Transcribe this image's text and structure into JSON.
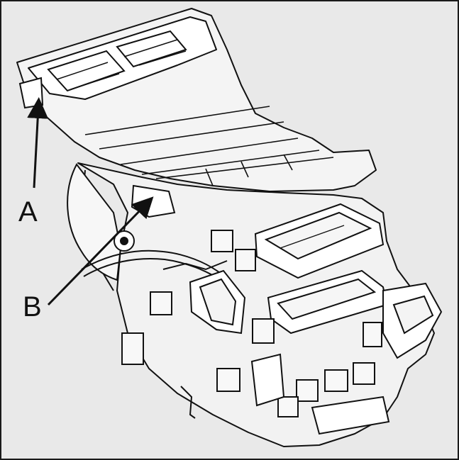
{
  "figure": {
    "background": "#e9e9e9",
    "line_color": "#111111",
    "callouts": [
      {
        "id": "A",
        "label": "A"
      },
      {
        "id": "B",
        "label": "B"
      }
    ]
  }
}
